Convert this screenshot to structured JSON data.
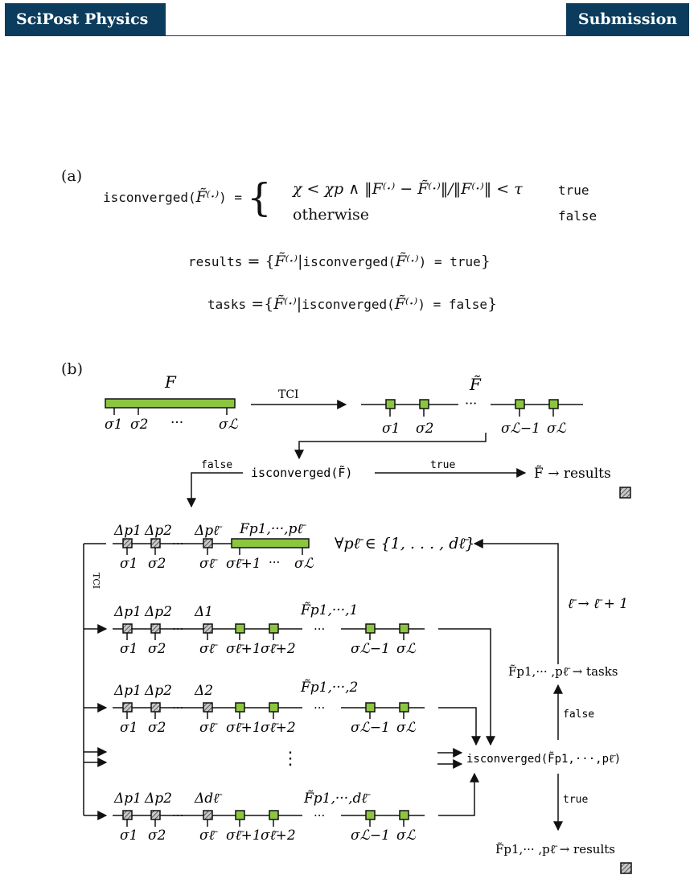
{
  "header": {
    "journal": "SciPost Physics",
    "badge": "Submission"
  },
  "panel_a": {
    "label": "(a)",
    "isconverged_fn": "isconverged(",
    "F_tilde_dot": "F̃⁽·⁾",
    "close_eq": ") =",
    "case1_cond": "χ < χp ∧ ‖F⁽·⁾ − F̃⁽·⁾‖/‖F⁽·⁾‖ < τ",
    "case1_val": "true",
    "case2_cond": "otherwise",
    "case2_val": "false",
    "results_lhs": "results",
    "tasks_lhs": "tasks",
    "eq_sign": "=",
    "set_open": "{",
    "bar": "|",
    "set_close": "}",
    "isconv_inner": "isconverged(",
    "eq_true": ") = true",
    "eq_false": ") = false"
  },
  "panel_b": {
    "label": "(b)",
    "F": "F",
    "F_tilde": "F̃",
    "tci": "TCI",
    "tci_vertical": "TCI",
    "sigma1": "σ1",
    "sigma2": "σ2",
    "dots": "···",
    "sigmaL": "σℒ",
    "sigmaL1": "σℒ−1",
    "sigma_lbar": "σℓ̄",
    "sigma_lbar1": "σℓ̄+1",
    "sigma_lbar2": "σℓ̄+2",
    "isconverged_F": "isconverged(F̃)",
    "false": "false",
    "true": "true",
    "F_to_results": "F̃ → results",
    "delta_p1": "Δp1",
    "delta_p2": "Δp2",
    "delta_plbar": "Δpℓ̄",
    "F_p": "Fp1,···,pℓ̄",
    "forall": "∀pℓ̄ ∈ {1, . . . , dℓ̄}",
    "delta1": "Δ1",
    "delta2": "Δ2",
    "delta_d": "Δdℓ̄",
    "Ft_p1": "F̃p1,···,1",
    "Ft_p2": "F̃p1,···,2",
    "Ft_pd": "F̃p1,···,dℓ̄",
    "lbar_inc": "ℓ̄ → ℓ̄ + 1",
    "Ft_tasks": "F̃p1,··· ,pℓ̄ → tasks",
    "isconverged_Fp": "isconverged(F̃p1,···,pℓ̄)",
    "Ft_results": "F̃p1,··· ,pℓ̄ → results",
    "vdots": "⋮"
  },
  "colors": {
    "header": "#0b3c5d",
    "tensor_green": "#8cc63f",
    "hatched_gray": "#9a9a9a"
  }
}
